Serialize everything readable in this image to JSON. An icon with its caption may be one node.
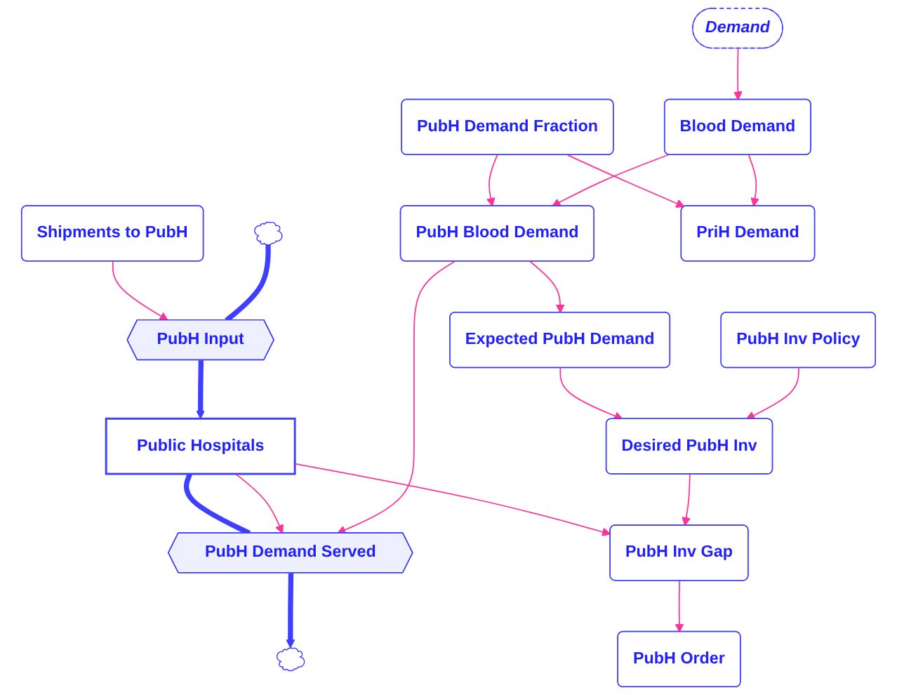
{
  "diagram": {
    "nodes": [
      {
        "text": [
          "Shipments to PubH"
        ]
      },
      {
        "text": [],
        "shape": "cloud"
      },
      {
        "text": [
          "PubH Input"
        ]
      },
      {
        "text": [
          "Public Hospitals"
        ]
      },
      {
        "text": [
          "PubH Demand Served"
        ]
      },
      {
        "text": [],
        "shape": "cloud"
      },
      {
        "text": [
          "PubH Order"
        ]
      },
      {
        "text": [
          "PubH Inv Gap"
        ]
      },
      {
        "text": [
          "PubH Blood Demand"
        ]
      },
      {
        "text": [
          "Expected PubH Demand"
        ]
      },
      {
        "text": [
          "Desired PubH Inv"
        ]
      },
      {
        "text": [
          "PubH Inv Policy"
        ]
      },
      {
        "text": [
          "PriH Demand"
        ]
      },
      {
        "text": [
          "PubH Demand Fraction"
        ]
      },
      {
        "text": [
          "Blood Demand"
        ]
      },
      {
        "text": [
          "Demand"
        ]
      }
    ],
    "edges": [
      {
        "from": 0,
        "to": 2,
        "arrow": "to"
      },
      {
        "from": 1,
        "to": 2,
        "arrow": "none",
        "style": "thick",
        "color": "#3f3fff"
      },
      {
        "from": 2,
        "to": 3,
        "arrow": "to",
        "style": "thick",
        "color": "#3f3fff"
      },
      {
        "from": 3,
        "to": 4,
        "arrow": "none",
        "style": "thick",
        "color": "#3f3fff"
      },
      {
        "from": 4,
        "to": 5,
        "arrow": "to",
        "style": "thick",
        "color": "#3f3fff"
      },
      {
        "from": 3,
        "to": 4,
        "arrow": "to"
      },
      {
        "from": 8,
        "to": 4,
        "arrow": "to"
      },
      {
        "from": 3,
        "to": 7,
        "arrow": "to"
      },
      {
        "from": 7,
        "to": 6,
        "arrow": "to"
      },
      {
        "from": 10,
        "to": 7,
        "arrow": "to"
      },
      {
        "from": 9,
        "to": 10,
        "arrow": "to"
      },
      {
        "from": 8,
        "to": 9,
        "arrow": "to"
      },
      {
        "from": 11,
        "to": 10,
        "arrow": "to"
      },
      {
        "from": 13,
        "to": 8,
        "arrow": "to"
      },
      {
        "from": 13,
        "to": 12,
        "arrow": "to"
      },
      {
        "from": 14,
        "to": 12,
        "arrow": "to"
      },
      {
        "from": 14,
        "to": 8,
        "arrow": "to"
      },
      {
        "from": 15,
        "to": 14,
        "arrow": "to"
      }
    ]
  }
}
